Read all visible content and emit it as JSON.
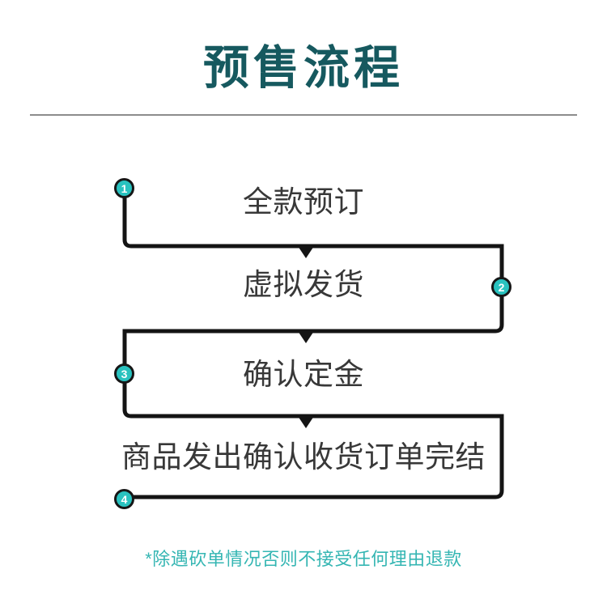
{
  "title": "预售流程",
  "steps": [
    {
      "num": "1",
      "label": "全款预订"
    },
    {
      "num": "2",
      "label": "虚拟发货"
    },
    {
      "num": "3",
      "label": "确认定金"
    },
    {
      "num": "4",
      "label": "商品发出确认收货订单完结"
    }
  ],
  "footnote": "*除遇砍单情况否则不接受任何理由退款",
  "colors": {
    "background": "#ffffff",
    "title": "#16595f",
    "divider": "#8c8c8c",
    "line": "#141414",
    "step_text": "#383838",
    "badge_fill": "#29c2bf",
    "badge_border": "#161616",
    "footnote": "#35b6b3"
  }
}
